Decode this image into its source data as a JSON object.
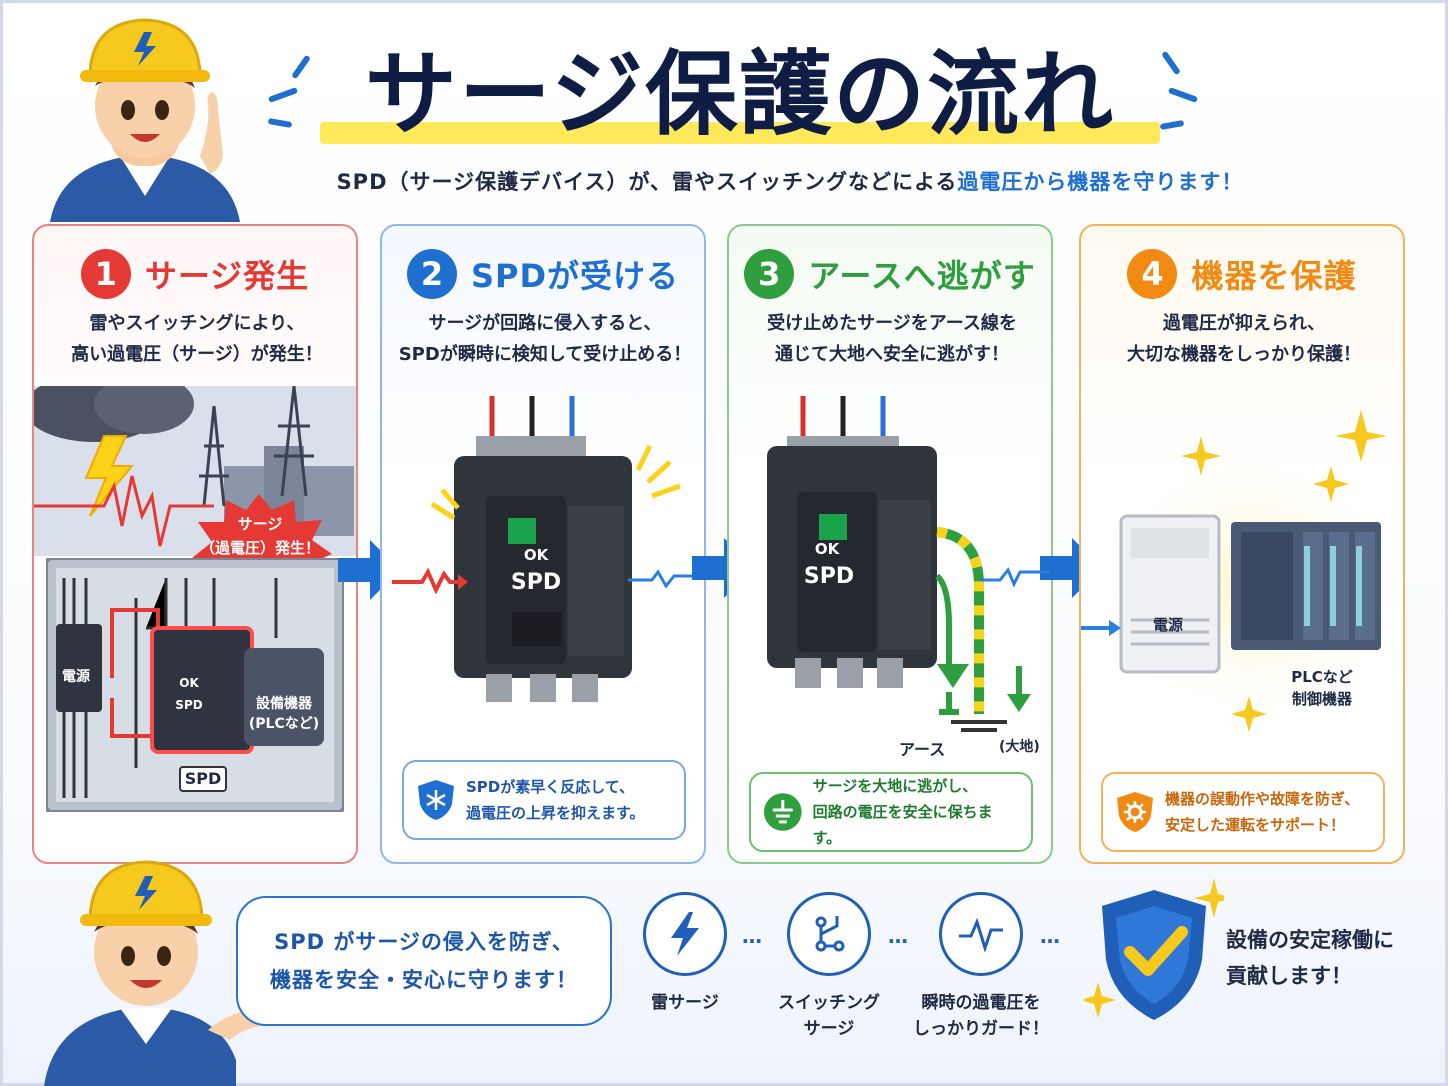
{
  "title": "サージ保護の流れ",
  "subtitle": {
    "before": "SPD（サージ保護デバイス）が、雷やスイッチングなどによる",
    "highlight": "過電圧から機器を守ります！"
  },
  "colors": {
    "step1": "#e53935",
    "step2": "#1f6fd1",
    "step3": "#2e9e3e",
    "step4": "#f08a12",
    "title": "#0f1d44",
    "underline": "#ffe95a"
  },
  "steps": [
    {
      "num": "1",
      "title": "サージ発生",
      "desc1": "雷やスイッチングにより、",
      "desc2": "高い過電圧（サージ）が発生！",
      "burst1": "サージ",
      "burst2": "（過電圧）発生！",
      "labels": {
        "power": "電源",
        "spd_ok": "OK",
        "spd": "SPD",
        "equip1": "設備機器",
        "equip2": "(PLCなど)",
        "spd_tag": "SPD"
      }
    },
    {
      "num": "2",
      "title": "SPDが受ける",
      "desc1": "サージが回路に侵入すると、",
      "desc2": "SPDが瞬時に検知して受け止める！",
      "device_ok": "OK",
      "device_name": "SPD",
      "note1": "SPDが素早く反応して、",
      "note2": "過電圧の上昇を抑えます。",
      "note_icon": "shield-snowflake-icon"
    },
    {
      "num": "3",
      "title": "アースへ逃がす",
      "desc1": "受け止めたサージをアース線を",
      "desc2": "通じて大地へ安全に逃がす！",
      "device_ok": "OK",
      "device_name": "SPD",
      "earth1": "アース",
      "earth2": "(大地)",
      "note1": "サージを大地に逃がし、",
      "note2": "回路の電圧を安全に保ちます。",
      "note_icon": "ground-icon"
    },
    {
      "num": "4",
      "title": "機器を保護",
      "desc1": "過電圧が抑えられ、",
      "desc2": "大切な機器をしっかり保護！",
      "power": "電源",
      "plc1": "PLCなど",
      "plc2": "制御機器",
      "note1": "機器の誤動作や故障を防ぎ、",
      "note2": "安定した運転をサポート！",
      "note_icon": "shield-gear-icon"
    }
  ],
  "bottom": {
    "bubble1": "SPD がサージの侵入を防ぎ、",
    "bubble2": "機器を安全・安心に守ります！",
    "features": [
      {
        "icon": "lightning-icon",
        "label1": "雷サージ",
        "label2": ""
      },
      {
        "icon": "switch-icon",
        "label1": "スイッチング",
        "label2": "サージ"
      },
      {
        "icon": "pulse-icon",
        "label1": "瞬時の過電圧を",
        "label2": "しっかりガード！"
      }
    ],
    "dots": "…",
    "contrib1": "設備の安定稼働に",
    "contrib2": "貢献します！"
  }
}
